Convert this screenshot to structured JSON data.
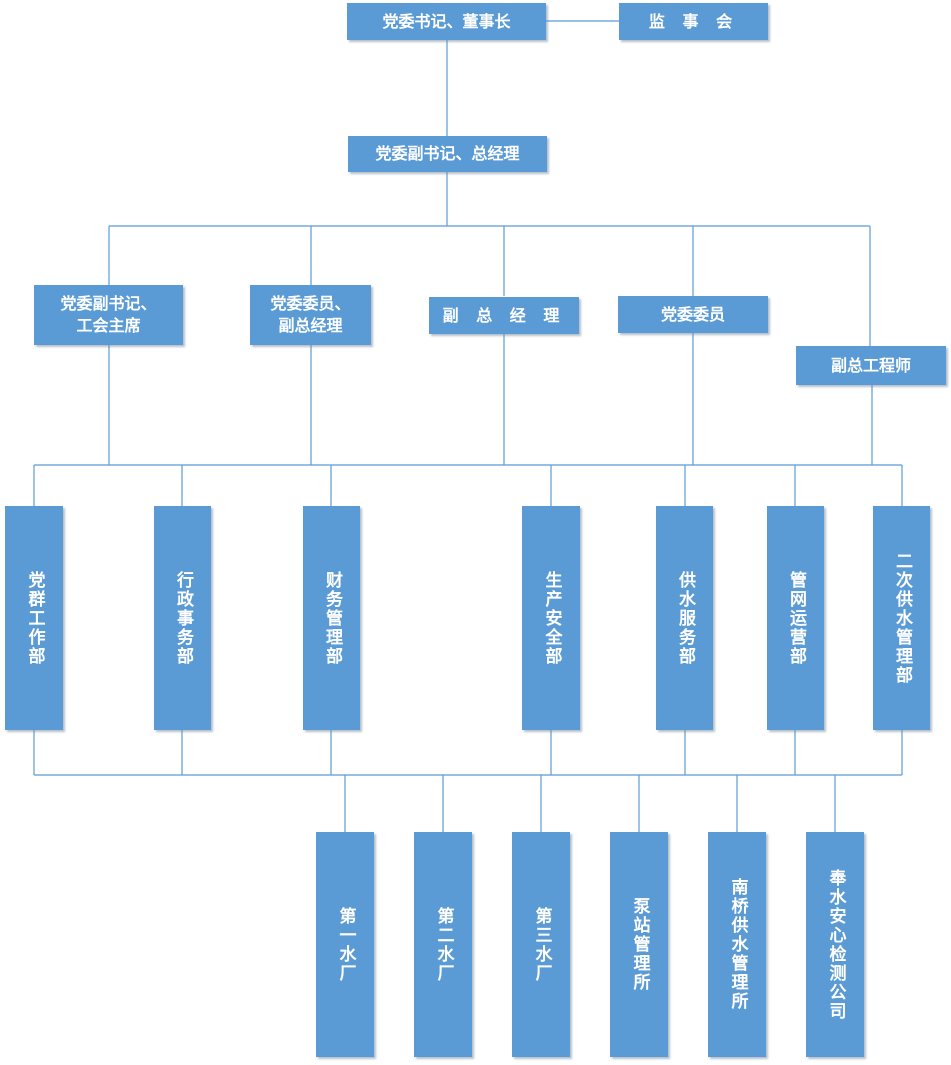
{
  "colors": {
    "box_fill": "#5b9bd5",
    "box_text": "#ffffff",
    "connector": "#5b9bd5"
  },
  "nodes": {
    "chairman": "党委书记、董事长",
    "supervisory_board": "监 事 会",
    "general_manager": "党委副书记、总经理",
    "deputy_secretary_union": "党委副书记、\n工会主席",
    "committee_deputy_gm": "党委委员、\n副总经理",
    "deputy_gm": "副 总 经 理",
    "committee_member": "党委委员",
    "deputy_chief_engineer": "副总工程师",
    "dept_party": "党群工作部",
    "dept_admin": "行政事务部",
    "dept_finance": "财务管理部",
    "dept_safety": "生产安全部",
    "dept_supply_service": "供水服务部",
    "dept_pipe_network": "管网运营部",
    "dept_secondary_supply": "二次供水管理部",
    "unit_plant1": "第一水厂",
    "unit_plant2": "第二水厂",
    "unit_plant3": "第三水厂",
    "unit_pump_station": "泵站管理所",
    "unit_nanqiao": "南桥供水管理所",
    "unit_fengshui": "奉水安心检测公司"
  }
}
